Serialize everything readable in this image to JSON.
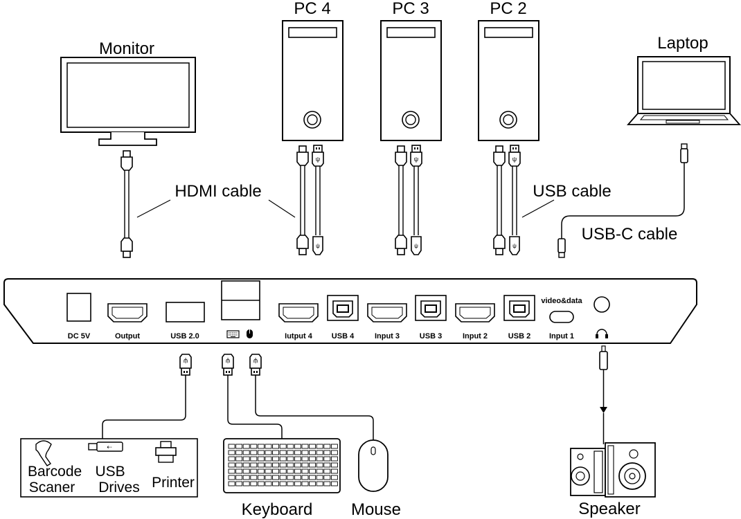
{
  "labels": {
    "monitor": "Monitor",
    "pc4": "PC 4",
    "pc3": "PC 3",
    "pc2": "PC 2",
    "laptop": "Laptop",
    "hdmi_cable": "HDMI cable",
    "usb_cable": "USB cable",
    "usbc_cable": "USB-C cable",
    "barcode_scanner": [
      "Barcode",
      "Scaner"
    ],
    "usb_drives": [
      "USB",
      "Drives"
    ],
    "printer": "Printer",
    "keyboard": "Keyboard",
    "mouse": "Mouse",
    "speaker": "Speaker"
  },
  "ports": {
    "dc": "DC 5V",
    "output": "Output",
    "usb20": "USB 2.0",
    "input4": "Iutput 4",
    "usb4": "USB 4",
    "input3": "Input 3",
    "usb3": "USB 3",
    "input2": "Input 2",
    "usb2": "USB 2",
    "input1": "Input 1",
    "video_data": "video&data"
  },
  "icons": {
    "keyboard_port": "keyboard-icon",
    "mouse_port": "mouse-icon",
    "audio_port": "headphones-icon"
  }
}
